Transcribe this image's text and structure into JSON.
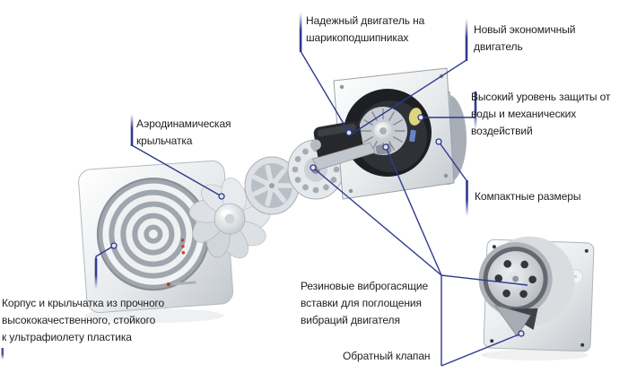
{
  "colors": {
    "background": "#ffffff",
    "connector_blue": "#2f3a8f",
    "text": "#1e1e1e",
    "led_red": "#cf3a2b",
    "sticker_yellow": "#ded67a"
  },
  "callouts": {
    "motor_bearings": "Надежный двигатель на\nшарикоподшипниках",
    "new_motor": "Новый экономичный\nдвигатель",
    "protection": "Высокий уровень защиты от\nводы и механических\nвоздействий",
    "compact_size": "Компактные размеры",
    "aero_impeller": "Аэродинамическая\nкрыльчатка",
    "body_plastic": "Корпус и крыльчатка из прочного\nвысококачественного, стойкого\nк ультрафиолету пластика",
    "rubber_inserts": "Резиновые виброгасящие\nвставки для поглощения\nвибраций двигателя",
    "check_valve": "Обратный клапан"
  }
}
